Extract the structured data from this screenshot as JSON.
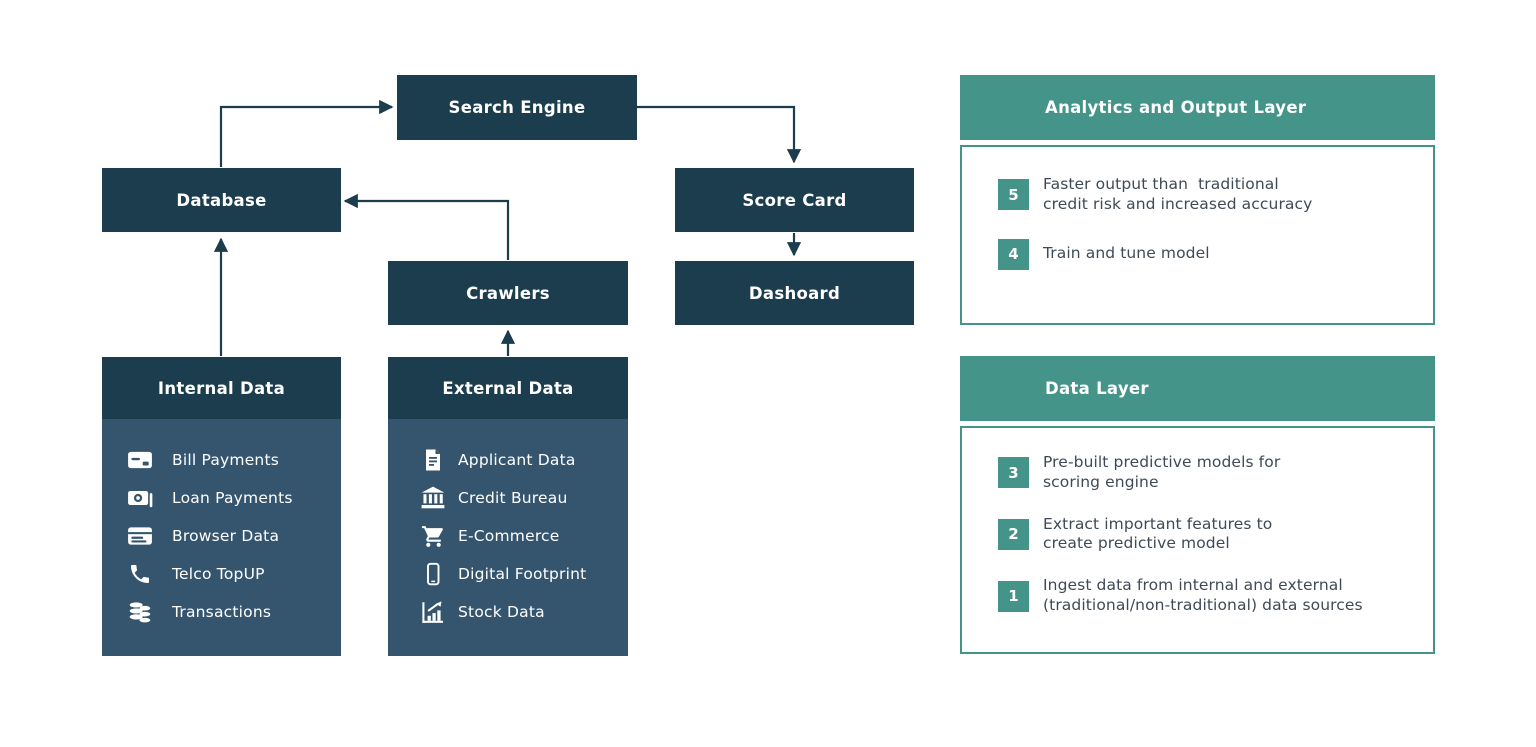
{
  "colors": {
    "node_dark": "#1c3d4d",
    "panel_body_blue": "#35556e",
    "accent_teal": "#459489",
    "step_text": "#3f4a56",
    "background": "#ffffff"
  },
  "flowchart": {
    "nodes": {
      "search_engine": {
        "label": "Search Engine"
      },
      "database": {
        "label": "Database"
      },
      "score_card": {
        "label": "Score Card"
      },
      "crawlers": {
        "label": "Crawlers"
      },
      "dashboard": {
        "label": "Dashoard"
      }
    },
    "internal_data": {
      "title": "Internal Data",
      "items": [
        {
          "icon": "credit-card-icon",
          "label": "Bill Payments"
        },
        {
          "icon": "banknote-icon",
          "label": "Loan Payments"
        },
        {
          "icon": "browser-icon",
          "label": "Browser Data"
        },
        {
          "icon": "phone-icon",
          "label": "Telco TopUP"
        },
        {
          "icon": "coins-icon",
          "label": "Transactions"
        }
      ]
    },
    "external_data": {
      "title": "External Data",
      "items": [
        {
          "icon": "document-icon",
          "label": "Applicant Data"
        },
        {
          "icon": "bank-icon",
          "label": "Credit Bureau"
        },
        {
          "icon": "cart-icon",
          "label": "E-Commerce"
        },
        {
          "icon": "smartphone-icon",
          "label": "Digital Footprint"
        },
        {
          "icon": "stock-chart-icon",
          "label": "Stock Data"
        }
      ]
    }
  },
  "panels": {
    "analytics": {
      "title": "Analytics and Output Layer",
      "items": [
        {
          "number": "5",
          "text": "Faster output than  traditional\ncredit risk and increased accuracy"
        },
        {
          "number": "4",
          "text": "Train and tune model"
        }
      ]
    },
    "data_layer": {
      "title": "Data Layer",
      "items": [
        {
          "number": "3",
          "text": "Pre-built predictive models for\nscoring engine"
        },
        {
          "number": "2",
          "text": "Extract important features to\ncreate predictive model"
        },
        {
          "number": "1",
          "text": "Ingest data from internal and external\n(traditional/non-traditional) data sources"
        }
      ]
    }
  }
}
